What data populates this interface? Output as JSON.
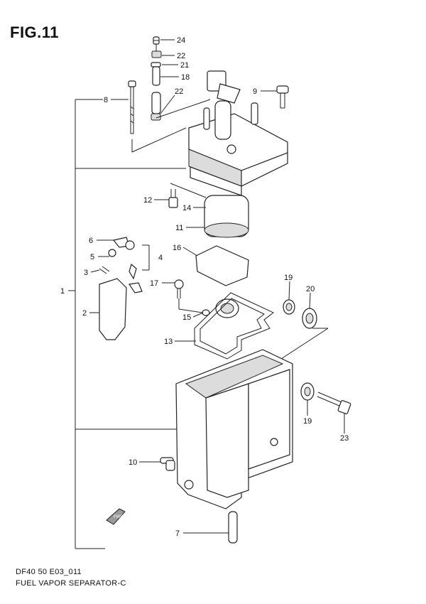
{
  "figure": {
    "title": "FIG.11",
    "diagram_code": "DF40 50 E03_011",
    "diagram_name": "FUEL VAPOR SEPARATOR-C"
  },
  "callouts": {
    "c1": "1",
    "c2": "2",
    "c3": "3",
    "c4": "4",
    "c5": "5",
    "c6": "6",
    "c7": "7",
    "c8": "8",
    "c9": "9",
    "c10": "10",
    "c11": "11",
    "c12": "12",
    "c13": "13",
    "c14": "14",
    "c15": "15",
    "c16": "16",
    "c17": "17",
    "c18": "18",
    "c19a": "19",
    "c19b": "19",
    "c20": "20",
    "c21": "21",
    "c22a": "22",
    "c22b": "22",
    "c23": "23",
    "c24": "24"
  },
  "fwd_mark": "FWD"
}
